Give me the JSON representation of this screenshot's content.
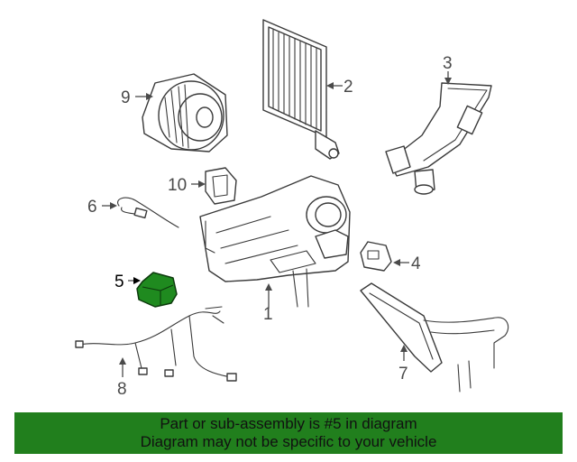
{
  "diagram": {
    "highlight_color": "#1f8a1f",
    "banner_color": "#217f1d",
    "callouts": [
      {
        "num": "1",
        "part": "hvac-case-assembly"
      },
      {
        "num": "2",
        "part": "heater-core"
      },
      {
        "num": "3",
        "part": "expansion-valve-tube"
      },
      {
        "num": "4",
        "part": "actuator"
      },
      {
        "num": "5",
        "part": "control-module"
      },
      {
        "num": "6",
        "part": "sensor-wire"
      },
      {
        "num": "7",
        "part": "evaporator-core"
      },
      {
        "num": "8",
        "part": "wiring-harness"
      },
      {
        "num": "9",
        "part": "blower-motor"
      },
      {
        "num": "10",
        "part": "resistor"
      }
    ]
  },
  "banner": {
    "line1": "Part or sub-assembly is #5 in diagram",
    "line2": "Diagram may not be specific to your vehicle"
  }
}
